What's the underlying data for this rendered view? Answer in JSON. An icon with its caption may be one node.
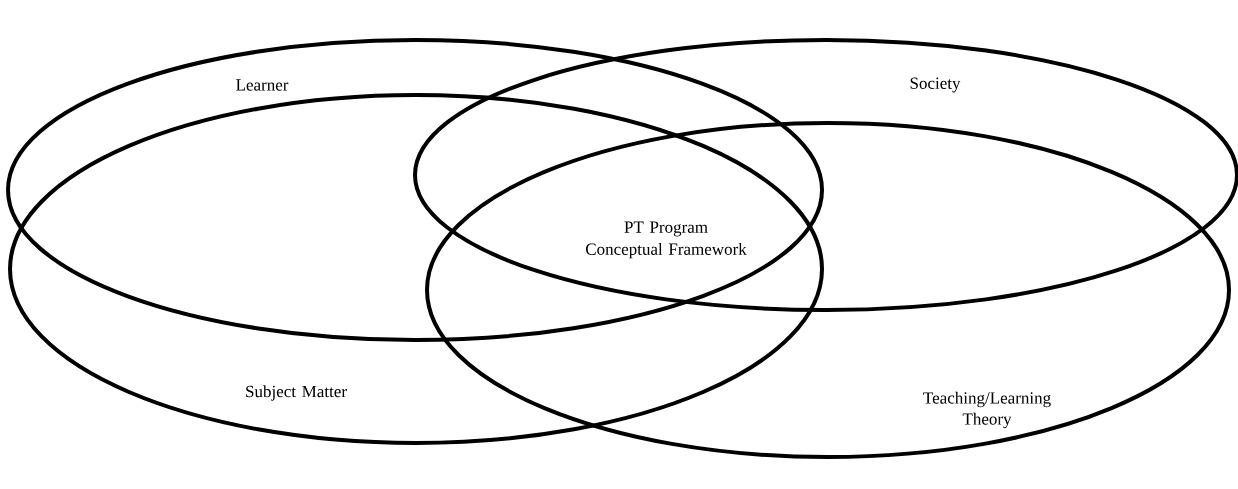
{
  "diagram": {
    "nodes": [
      {
        "text": [
          "Learner"
        ]
      },
      {
        "text": [
          "Society"
        ]
      },
      {
        "text": [
          "Subject Matter"
        ]
      },
      {
        "text": [
          "Teaching/Learning Theory"
        ]
      }
    ],
    "labels": [
      "PT Program Conceptual Framework"
    ]
  }
}
